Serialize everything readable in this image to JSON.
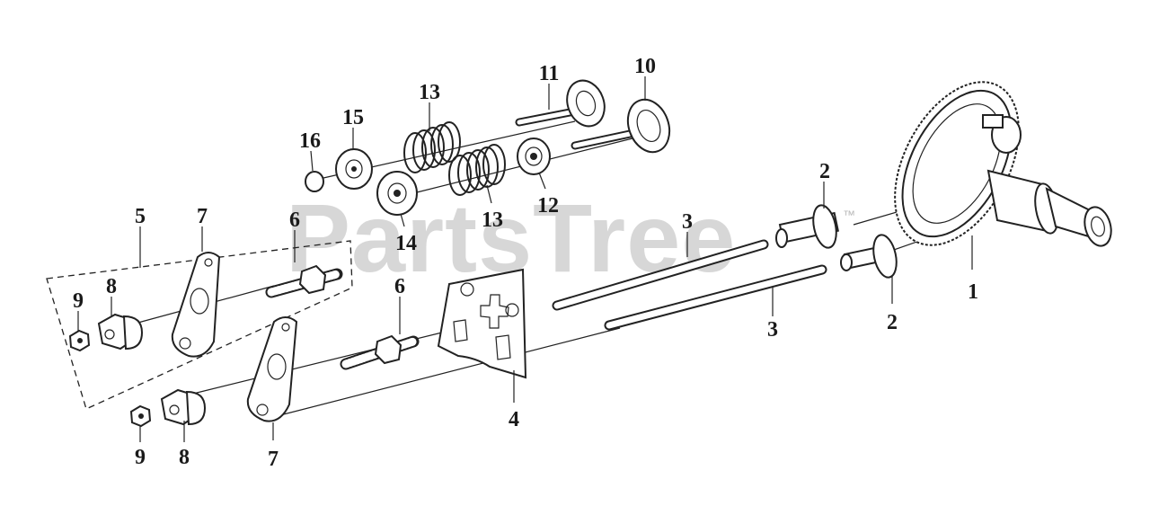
{
  "watermark": {
    "text": "PartsTree",
    "mark": "™"
  },
  "callouts": {
    "c1": "1",
    "c2a": "2",
    "c2b": "2",
    "c3a": "3",
    "c3b": "3",
    "c4": "4",
    "c5": "5",
    "c6a": "6",
    "c6b": "6",
    "c7a": "7",
    "c7b": "7",
    "c8a": "8",
    "c8b": "8",
    "c9a": "9",
    "c9b": "9",
    "c10": "10",
    "c11": "11",
    "c12": "12",
    "c13a": "13",
    "c13b": "13",
    "c14": "14",
    "c15": "15",
    "c16": "16"
  }
}
